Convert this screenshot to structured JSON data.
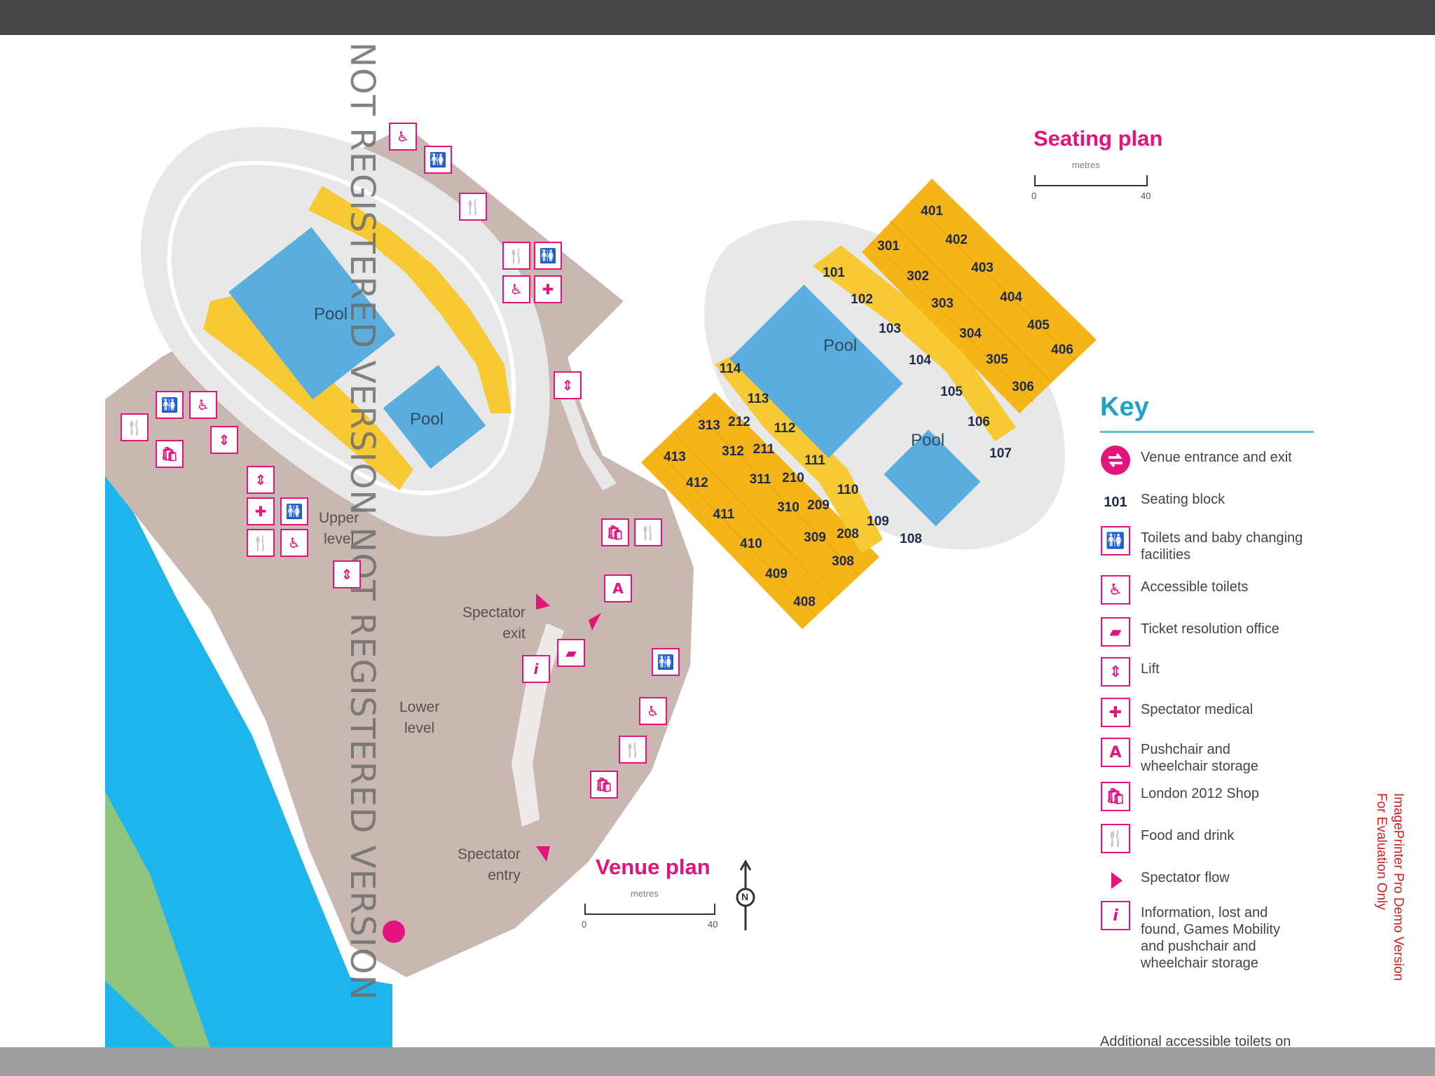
{
  "watermark": "NOT REGISTERED VERSION NOT REGISTERED VERSION",
  "demo_notice": [
    "ImagePrinter Pro Demo Version",
    "For Evaluation Only"
  ],
  "venue_plan": {
    "title": "Venue plan",
    "scale": {
      "unit": "metres",
      "start": "0",
      "end": "40"
    },
    "compass": "N",
    "pools": [
      "Pool",
      "Pool"
    ],
    "labels": {
      "upper_level": "Upper\nlevel",
      "lower_level": "Lower\nlevel",
      "spectator_exit": "Spectator\nexit",
      "spectator_entry": "Spectator\nentry"
    }
  },
  "seating_plan": {
    "title": "Seating plan",
    "scale": {
      "unit": "metres",
      "start": "0",
      "end": "40"
    },
    "pools": [
      "Pool",
      "Pool"
    ],
    "blocks": [
      "101",
      "102",
      "103",
      "104",
      "105",
      "106",
      "107",
      "108",
      "109",
      "110",
      "111",
      "112",
      "113",
      "114",
      "208",
      "209",
      "210",
      "211",
      "212",
      "301",
      "302",
      "303",
      "304",
      "305",
      "306",
      "308",
      "309",
      "310",
      "311",
      "312",
      "313",
      "401",
      "402",
      "403",
      "404",
      "405",
      "406",
      "408",
      "409",
      "410",
      "411",
      "412",
      "413"
    ]
  },
  "key": {
    "title": "Key",
    "items": [
      {
        "icon": "venue-entrance-exit-icon",
        "label": "Venue entrance and exit"
      },
      {
        "icon": "seating-block-sample",
        "sample": "101",
        "label": "Seating block"
      },
      {
        "icon": "toilets-icon",
        "label": "Toilets and baby changing facilities"
      },
      {
        "icon": "accessible-toilets-icon",
        "label": "Accessible toilets"
      },
      {
        "icon": "ticket-office-icon",
        "label": "Ticket resolution office"
      },
      {
        "icon": "lift-icon",
        "label": "Lift"
      },
      {
        "icon": "medical-icon",
        "label": "Spectator medical"
      },
      {
        "icon": "pushchair-icon",
        "label": "Pushchair and wheelchair storage"
      },
      {
        "icon": "shop-icon",
        "label": "London 2012 Shop"
      },
      {
        "icon": "food-drink-icon",
        "label": "Food and drink"
      },
      {
        "icon": "spectator-flow-icon",
        "label": "Spectator flow"
      },
      {
        "icon": "information-icon",
        "label": "Information, lost and found, Games Mobility and pushchair and wheelchair storage"
      }
    ],
    "note": "Additional accessible toilets on mezzanine level"
  },
  "colors": {
    "accent": "#e3137e",
    "pool": "#5aaedd",
    "seating": "#f5b418",
    "venue_ground": "#c9b8b2",
    "water": "#1eb4ec",
    "grass": "#8fc47f",
    "key_title": "#1fa3c4"
  }
}
